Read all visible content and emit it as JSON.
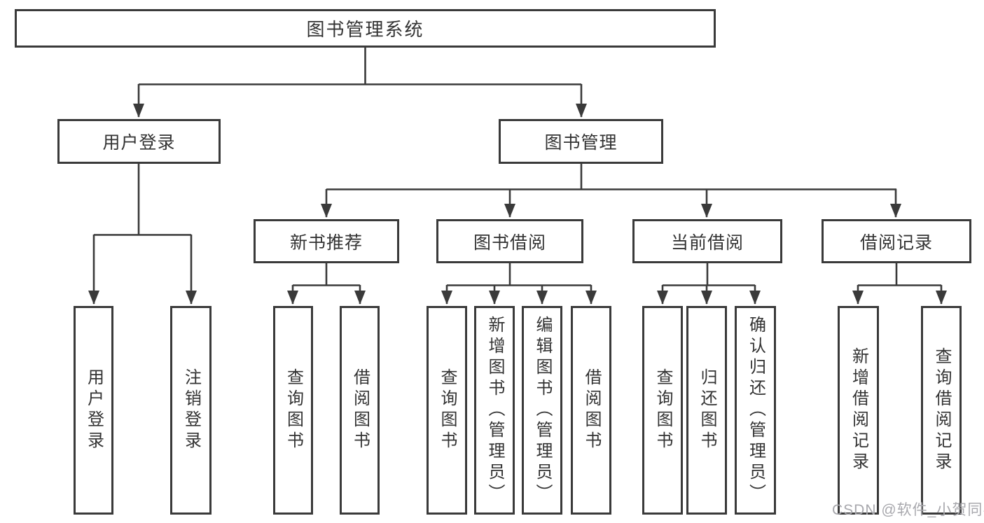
{
  "colors": {
    "bg": "#ffffff",
    "line": "#3a3a3a",
    "text": "#333333",
    "watermark": "#a8a8ad"
  },
  "watermark": {
    "text": "CSDN @软件_小贺同学"
  },
  "tree": {
    "root": {
      "label": "图书管理系统",
      "children": [
        {
          "label": "用户登录",
          "children": [
            {
              "label": "用户登录"
            },
            {
              "label": "注销登录"
            }
          ]
        },
        {
          "label": "图书管理",
          "children": [
            {
              "label": "新书推荐",
              "children": [
                {
                  "label": "查询图书"
                },
                {
                  "label": "借阅图书"
                }
              ]
            },
            {
              "label": "图书借阅",
              "children": [
                {
                  "label": "查询图书"
                },
                {
                  "label": "新增图书（管理员）"
                },
                {
                  "label": "编辑图书（管理员）"
                },
                {
                  "label": "借阅图书"
                }
              ]
            },
            {
              "label": "当前借阅",
              "children": [
                {
                  "label": "查询图书"
                },
                {
                  "label": "归还图书"
                },
                {
                  "label": "确认归还（管理员）"
                }
              ]
            },
            {
              "label": "借阅记录",
              "children": [
                {
                  "label": "新增借阅记录"
                },
                {
                  "label": "查询借阅记录"
                }
              ]
            }
          ]
        }
      ]
    }
  }
}
